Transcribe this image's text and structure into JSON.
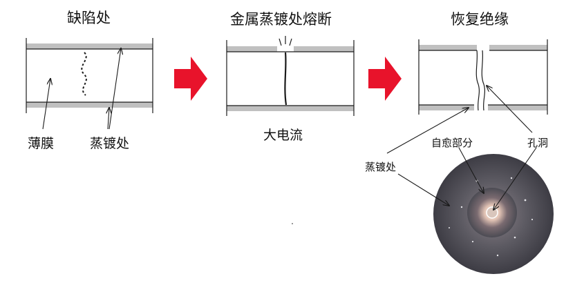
{
  "stages": [
    {
      "title": "缺陷处"
    },
    {
      "title": "金属蒸镀处熔断"
    },
    {
      "title": "恢复绝缘"
    }
  ],
  "annotations": {
    "film": "薄膜",
    "deposition_1": "蒸镀处",
    "high_current": "大电流",
    "self_healing": "自愈部分",
    "hole": "孔洞",
    "deposition_3": "蒸镀处"
  },
  "colors": {
    "arrow": "#e8132b",
    "metal_layer": "#c0c0c0",
    "line": "#1a1a1a"
  }
}
